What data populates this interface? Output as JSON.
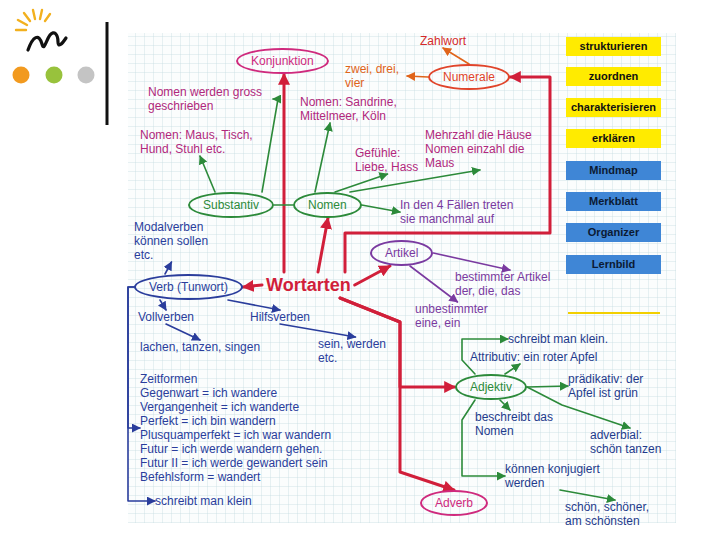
{
  "diagram": {
    "nodes": [
      {
        "text": [
          "strukturieren"
        ]
      },
      {
        "text": [
          "zuordnen"
        ]
      },
      {
        "text": [
          "charakterisieren"
        ]
      },
      {
        "text": [
          "erklären"
        ]
      },
      {
        "text": [
          "Mindmap"
        ]
      },
      {
        "text": [
          "Merkblatt"
        ]
      },
      {
        "text": [
          "Organizer"
        ]
      },
      {
        "text": [
          "Lernbild"
        ]
      },
      {
        "text": [
          "Wortarten"
        ]
      },
      {
        "text": [
          "Konjunktion"
        ]
      },
      {
        "text": [
          "Numerale"
        ]
      },
      {
        "text": [
          "Zahlwort"
        ]
      },
      {
        "text": [
          "zwei, drei, vier"
        ]
      },
      {
        "text": [
          "Nomen werden gross geschrieben"
        ]
      },
      {
        "text": [
          "Nomen: Maus, Tisch, Hund, Stuhl etc."
        ]
      },
      {
        "text": [
          "Nomen: Sandrine, Mittelmeer, Köln"
        ]
      },
      {
        "text": [
          "Gefühle: Liebe, Hass"
        ]
      },
      {
        "text": [
          "Mehrzahl die Häuse",
          "Nomen einzahl die Maus"
        ]
      },
      {
        "text": [
          "Substantiv"
        ]
      },
      {
        "text": [
          "Nomen"
        ]
      },
      {
        "text": [
          "In den 4 Fällen treten sie manchmal auf"
        ]
      },
      {
        "text": [
          "Artikel"
        ]
      },
      {
        "text": [
          "bestimmter Artikel der, die, das"
        ]
      },
      {
        "text": [
          "unbestimmter eine, ein"
        ]
      },
      {
        "text": [
          "Modalverben können sollen etc."
        ]
      },
      {
        "text": [
          "Verb (Tunwort)"
        ]
      },
      {
        "text": [
          "Vollverben"
        ]
      },
      {
        "text": [
          "Hilfsverben"
        ]
      },
      {
        "text": [
          "lachen, tanzen, singen"
        ]
      },
      {
        "text": [
          "sein, werden etc."
        ]
      },
      {
        "text": [
          "Zeitformen",
          "Gegenwart = ich wandere",
          "Vergangenheit = ich wanderte",
          "Perfekt = ich bin wandern",
          "Plusquamperfekt = ich war wandern",
          "Futur = ich werde wandern gehen.",
          "Futur II = ich werde gewandert sein",
          "Befehlsform = wandert"
        ]
      },
      {
        "text": [
          "schreibt man klein"
        ]
      },
      {
        "text": [
          "schreibt man klein."
        ]
      },
      {
        "text": [
          "Attributiv: ein roter Apfel"
        ]
      },
      {
        "text": [
          "Adjektiv"
        ]
      },
      {
        "text": [
          "prädikativ: der Apfel ist grün"
        ]
      },
      {
        "text": [
          "beschreibt das Nomen"
        ]
      },
      {
        "text": [
          "adverbial: schön tanzen"
        ]
      },
      {
        "text": [
          "können konjugiert werden"
        ]
      },
      {
        "text": [
          "schön, schöner, am schönsten"
        ]
      },
      {
        "text": [
          "Adverb"
        ]
      }
    ],
    "edges": [
      {
        "from": 8,
        "to": 9,
        "arrow": "to"
      },
      {
        "from": 8,
        "to": 10,
        "arrow": "to"
      },
      {
        "from": 8,
        "to": 19,
        "arrow": "to"
      },
      {
        "from": 8,
        "to": 21,
        "arrow": "to"
      },
      {
        "from": 8,
        "to": 25,
        "arrow": "to"
      },
      {
        "from": 8,
        "to": 34,
        "arrow": "to"
      },
      {
        "from": 8,
        "to": 40,
        "arrow": "to"
      },
      {
        "from": 18,
        "to": 19,
        "arrow": "none"
      },
      {
        "from": 10,
        "to": 11,
        "arrow": "to"
      },
      {
        "from": 10,
        "to": 12,
        "arrow": "to"
      },
      {
        "from": 18,
        "to": 13,
        "arrow": "to"
      },
      {
        "from": 18,
        "to": 14,
        "arrow": "to"
      },
      {
        "from": 19,
        "to": 15,
        "arrow": "to"
      },
      {
        "from": 19,
        "to": 16,
        "arrow": "to"
      },
      {
        "from": 19,
        "to": 17,
        "arrow": "to"
      },
      {
        "from": 19,
        "to": 20,
        "arrow": "to"
      },
      {
        "from": 21,
        "to": 22,
        "arrow": "to"
      },
      {
        "from": 21,
        "to": 23,
        "arrow": "to"
      },
      {
        "from": 25,
        "to": 24,
        "arrow": "to"
      },
      {
        "from": 25,
        "to": 26,
        "arrow": "to"
      },
      {
        "from": 25,
        "to": 27,
        "arrow": "to"
      },
      {
        "from": 26,
        "to": 28,
        "arrow": "to"
      },
      {
        "from": 27,
        "to": 29,
        "arrow": "to"
      },
      {
        "from": 25,
        "to": 30,
        "arrow": "to"
      },
      {
        "from": 25,
        "to": 31,
        "arrow": "to"
      },
      {
        "from": 34,
        "to": 32,
        "arrow": "to"
      },
      {
        "from": 34,
        "to": 33,
        "arrow": "to"
      },
      {
        "from": 34,
        "to": 35,
        "arrow": "to"
      },
      {
        "from": 34,
        "to": 36,
        "arrow": "to"
      },
      {
        "from": 34,
        "to": 37,
        "arrow": "to"
      },
      {
        "from": 34,
        "to": 38,
        "arrow": "to"
      },
      {
        "from": 38,
        "to": 39,
        "arrow": "to"
      }
    ]
  }
}
